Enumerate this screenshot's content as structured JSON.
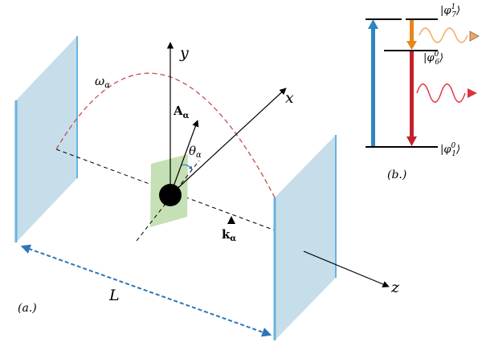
{
  "panel_a": {
    "label": "(a.)",
    "omega_label": "ω",
    "omega_sub": "α",
    "axis_x": "x",
    "axis_y": "y",
    "axis_z": "z",
    "vector_A": "A",
    "vector_A_sub": "α",
    "angle_theta": "θ",
    "angle_theta_sub": "α",
    "wavevector_k": "k",
    "wavevector_k_sub": "α",
    "length_L": "L"
  },
  "panel_b": {
    "label": "(b.)",
    "level_top": {
      "name": "φ",
      "sup": "1",
      "sub": "7"
    },
    "level_mid": {
      "name": "φ",
      "sup": "0",
      "sub": "6"
    },
    "level_bottom": {
      "name": "φ",
      "sup": "0",
      "sub": "1"
    }
  },
  "colors": {
    "mirror_fill": "#c5deea",
    "mirror_edge": "#6bb1e0",
    "plane_fill": "#c5e0b4",
    "arc": "#c0504d",
    "L_arrow": "#2e75b6",
    "up_arrow": "#2e86c1",
    "down_long_arrow": "#c0232a",
    "down_short_arrow": "#e6871a",
    "wave_red": "#e0303a",
    "wave_orange": "#f4a35a"
  }
}
